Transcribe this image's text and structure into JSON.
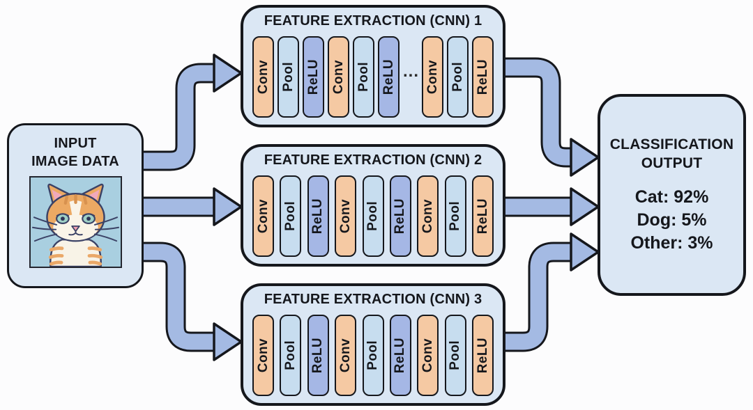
{
  "diagram": {
    "input_box": {
      "title_line1": "INPUT",
      "title_line2": "IMAGE DATA",
      "image": "cat-illustration"
    },
    "cnn_boxes": [
      {
        "title": "FEATURE EXTRACTION (CNN) 1",
        "layers": [
          {
            "label": "Conv",
            "color": "conv"
          },
          {
            "label": "Pool",
            "color": "pool"
          },
          {
            "label": "ReLU",
            "color": "relu"
          },
          {
            "label": "Conv",
            "color": "conv"
          },
          {
            "label": "Pool",
            "color": "pool"
          },
          {
            "label": "ReLU",
            "color": "relu"
          },
          {
            "label": "...",
            "color": "dots"
          },
          {
            "label": "Conv",
            "color": "conv"
          },
          {
            "label": "Pool",
            "color": "pool"
          },
          {
            "label": "ReLU",
            "color": "conv"
          }
        ]
      },
      {
        "title": "FEATURE EXTRACTION (CNN) 2",
        "layers": [
          {
            "label": "Conv",
            "color": "conv"
          },
          {
            "label": "Pool",
            "color": "pool"
          },
          {
            "label": "ReLU",
            "color": "relu"
          },
          {
            "label": "Conv",
            "color": "conv"
          },
          {
            "label": "Pool",
            "color": "pool"
          },
          {
            "label": "ReLU",
            "color": "relu"
          },
          {
            "label": "Conv",
            "color": "conv"
          },
          {
            "label": "Pool",
            "color": "pool"
          },
          {
            "label": "ReLU",
            "color": "conv"
          }
        ]
      },
      {
        "title": "FEATURE EXTRACTION (CNN) 3",
        "layers": [
          {
            "label": "Conv",
            "color": "conv"
          },
          {
            "label": "Pool",
            "color": "pool"
          },
          {
            "label": "ReLU",
            "color": "relu"
          },
          {
            "label": "Conv",
            "color": "conv"
          },
          {
            "label": "Pool",
            "color": "pool"
          },
          {
            "label": "ReLU",
            "color": "relu"
          },
          {
            "label": "Conv",
            "color": "conv"
          },
          {
            "label": "Pool",
            "color": "pool"
          },
          {
            "label": "ReLU",
            "color": "conv"
          }
        ]
      }
    ],
    "output_box": {
      "title_line1": "CLASSIFICATION",
      "title_line2": "OUTPUT",
      "results": [
        "Cat: 92%",
        "Dog: 5%",
        "Other: 3%"
      ]
    },
    "arrows": [
      {
        "name": "input-to-cnn1-arrow"
      },
      {
        "name": "input-to-cnn2-arrow"
      },
      {
        "name": "input-to-cnn3-arrow"
      },
      {
        "name": "cnn1-to-output-arrow"
      },
      {
        "name": "cnn2-to-output-arrow"
      },
      {
        "name": "cnn3-to-output-arrow"
      }
    ],
    "colors": {
      "conv": "#f5c9a3",
      "pool": "#c7ddef",
      "relu": "#a5b7e5",
      "box_fill": "#dbe7f4",
      "arrow_fill": "#a4bae3",
      "outline": "#15171c"
    }
  }
}
